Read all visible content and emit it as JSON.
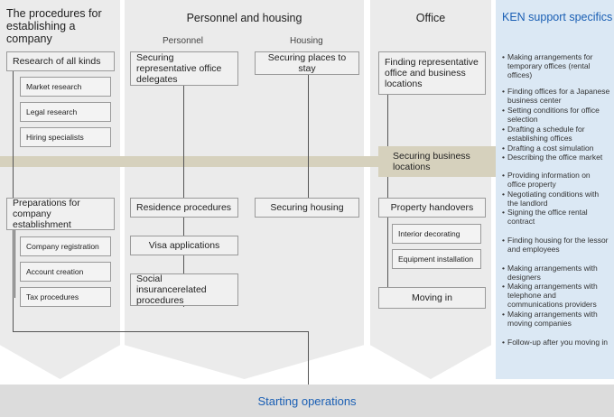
{
  "columns": {
    "procedures_title": "The procedures for establishing a company",
    "personnel_housing_title": "Personnel and housing",
    "personnel_sub": "Personnel",
    "housing_sub": "Housing",
    "office_title": "Office",
    "ken_title": "KEN support specifics"
  },
  "procedures": {
    "research": "Research of all kinds",
    "research_items": [
      "Market research",
      "Legal research",
      "Hiring specialists"
    ],
    "preparations": "Preparations for company establishment",
    "preparation_items": [
      "Company registration",
      "Account creation",
      "Tax procedures"
    ]
  },
  "personnel": {
    "securing_delegates": "Securing representative office delegates",
    "residence": "Residence procedures",
    "visa": "Visa applications",
    "social": "Social insurancerelated procedures"
  },
  "housing": {
    "securing_places": "Securing places to stay",
    "securing_housing": "Securing housing"
  },
  "office": {
    "finding": "Finding representative office and business locations",
    "securing_locations": "Securing business locations",
    "handovers": "Property handovers",
    "interior": "Interior decorating",
    "equipment": "Equipment installation",
    "moving_in": "Moving in"
  },
  "ken_items": [
    "Making arrangements for temporary offices (rental offices)",
    "Finding offices for a Japanese business center",
    "Setting conditions for office selection",
    "Drafting a schedule for establishing offices",
    "Drafting a cost simulation",
    "Describing the office market",
    "Providing information on office property",
    "Negotiating conditions with the landlord",
    "Signing the office rental contract",
    "Finding housing for the lessor and employees",
    "Making arrangements with designers",
    "Making arrangements with telephone and communications providers",
    "Making arrangements with moving companies",
    "Follow-up after you moving in"
  ],
  "bullet": "•",
  "footer": "Starting operations"
}
